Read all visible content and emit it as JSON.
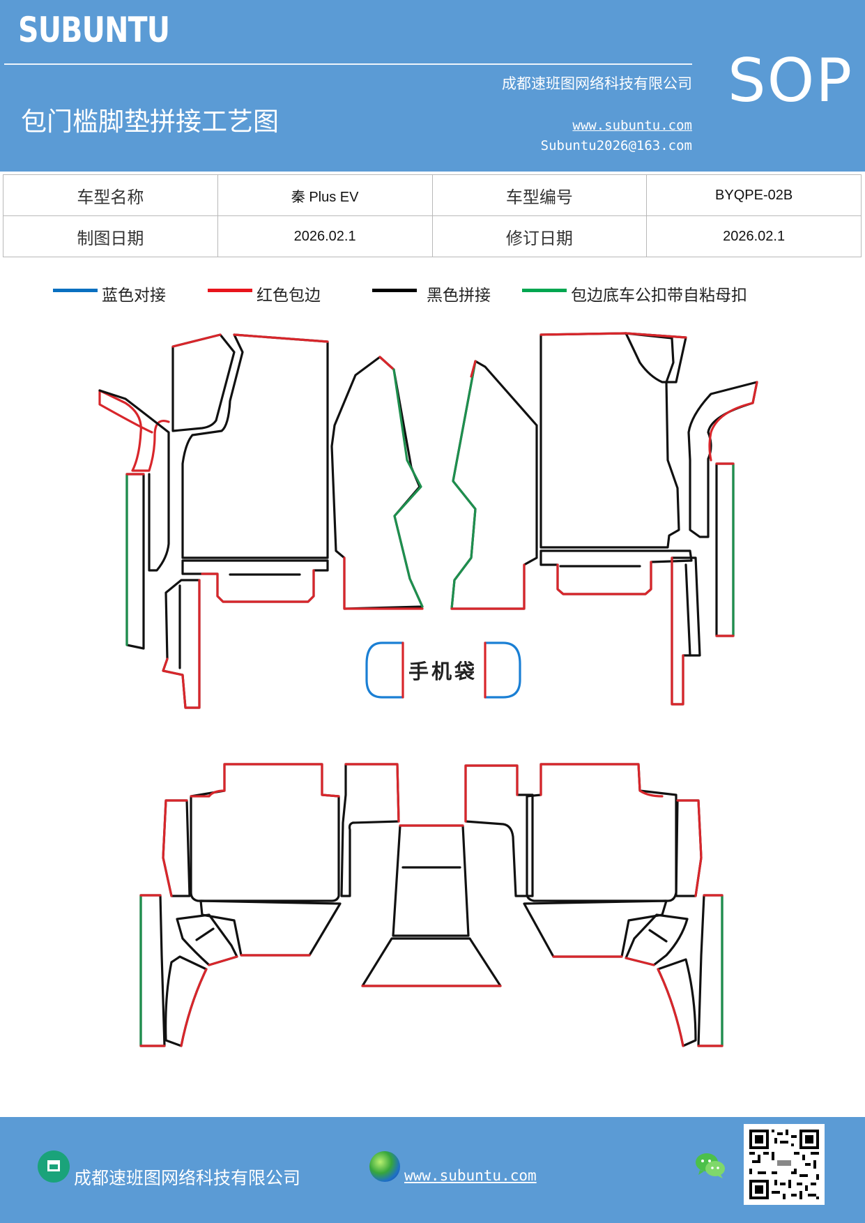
{
  "header": {
    "logo": "SUBUNTU",
    "company": "成都速班图网络科技有限公司",
    "title": "包门槛脚垫拼接工艺图",
    "website": "www.subuntu.com",
    "email": "Subuntu2026@163.com",
    "badge": "SOP"
  },
  "info_table": {
    "rows": [
      {
        "label1": "车型名称",
        "value1": "秦 Plus EV",
        "label2": "车型编号",
        "value2": "BYQPE-02B"
      },
      {
        "label1": "制图日期",
        "value1": "2026.02.1",
        "label2": "修订日期",
        "value2": "2026.02.1"
      }
    ]
  },
  "legend": [
    {
      "label": "蓝色对接",
      "color": "#0a70c0"
    },
    {
      "label": "红色包边",
      "color": "#e8141c"
    },
    {
      "label": "黑色拼接",
      "color": "#000000"
    },
    {
      "label": "包边底车公扣带自粘母扣",
      "color": "#00a650"
    }
  ],
  "diagram": {
    "pocket_label": "手机袋",
    "colors": {
      "blue": "#1a7fd4",
      "red": "#d8262b",
      "black": "#111111",
      "green": "#1e8f4e"
    }
  },
  "footer": {
    "company": "成都速班图网络科技有限公司",
    "website": "www.subuntu.com ",
    "icons": [
      "building-icon",
      "globe-icon",
      "wechat-icon",
      "qr-code"
    ]
  }
}
